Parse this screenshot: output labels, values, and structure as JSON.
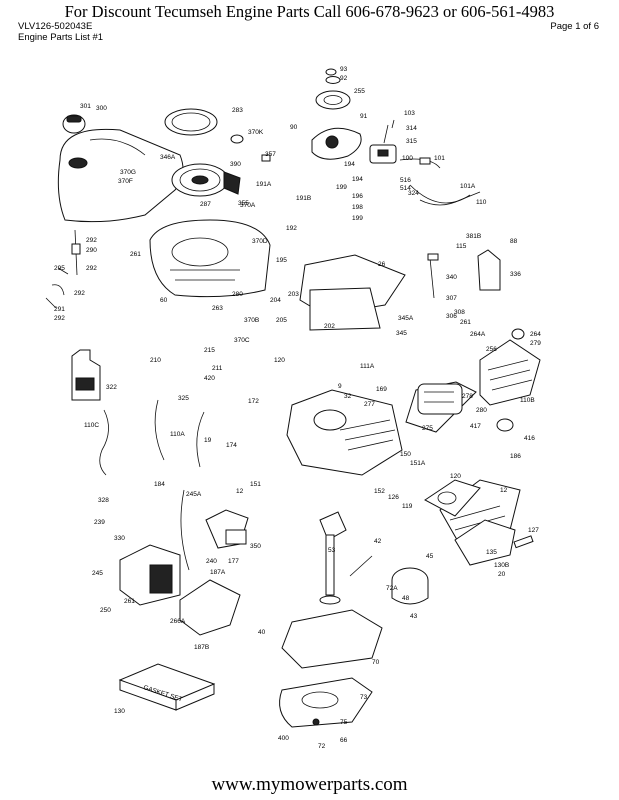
{
  "header": {
    "banner": "For  Discount Tecumseh Engine Parts Call 606-678-9623 or 606-561-4983",
    "model": "VLV126-502043E",
    "list": "Engine Parts List #1",
    "page": "Page 1 of 6"
  },
  "footer": {
    "url": "www.mymowerparts.com"
  },
  "diagram": {
    "box_label": "GASKET SET",
    "callouts": [
      "93",
      "92",
      "255",
      "91",
      "103",
      "314",
      "315",
      "90",
      "194",
      "100",
      "101",
      "516",
      "514",
      "324",
      "101A",
      "110",
      "301",
      "300",
      "283",
      "370K",
      "346A",
      "357",
      "390",
      "191A",
      "370G",
      "370F",
      "287",
      "355",
      "199",
      "194",
      "196",
      "198",
      "199",
      "191B",
      "292",
      "290",
      "261",
      "370A",
      "370D",
      "292",
      "295",
      "292",
      "291",
      "292",
      "263",
      "280",
      "60",
      "192",
      "381B",
      "115",
      "88",
      "195",
      "26",
      "340",
      "336",
      "203",
      "204",
      "205",
      "307",
      "202",
      "345A",
      "308",
      "345",
      "261",
      "306",
      "264A",
      "264",
      "279",
      "256",
      "370B",
      "370C",
      "215",
      "120",
      "111A",
      "210",
      "211",
      "420",
      "322",
      "325",
      "172",
      "169",
      "277",
      "278",
      "280",
      "110B",
      "110C",
      "110A",
      "19",
      "174",
      "275",
      "417",
      "416",
      "186",
      "151",
      "150",
      "151A",
      "152",
      "126",
      "119",
      "120",
      "12",
      "184",
      "12",
      "245A",
      "328",
      "239",
      "240",
      "330",
      "177",
      "187A",
      "350",
      "245",
      "261",
      "250",
      "266A",
      "187B",
      "40",
      "45",
      "42",
      "43",
      "48",
      "72A",
      "70",
      "73",
      "75",
      "72",
      "66",
      "400",
      "130",
      "135",
      "127",
      "130B",
      "20",
      "9",
      "32",
      "53"
    ]
  }
}
